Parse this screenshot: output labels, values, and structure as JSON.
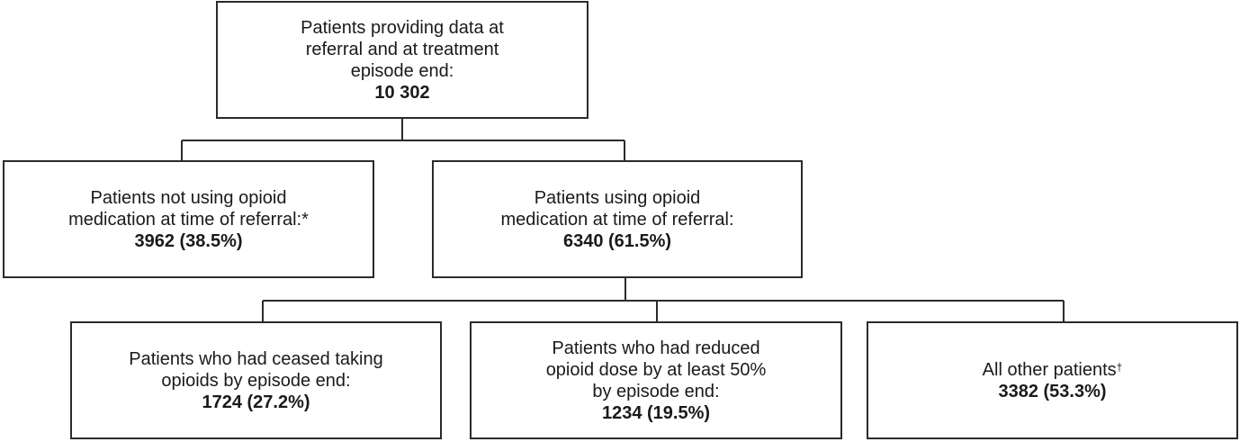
{
  "top": {
    "lines": [
      "Patients providing data at",
      "referral and at treatment",
      "episode end:"
    ],
    "count": "10 302"
  },
  "not_using": {
    "lines": [
      "Patients not using opioid",
      "medication at time of referral:*"
    ],
    "count": "3962 (38.5%)"
  },
  "using": {
    "lines": [
      "Patients using opioid",
      "medication at time of referral:"
    ],
    "count": "6340 (61.5%)"
  },
  "ceased": {
    "lines": [
      "Patients who had ceased taking",
      "opioids by episode end:"
    ],
    "count": "1724 (27.2%)"
  },
  "reduced": {
    "lines": [
      "Patients who had reduced",
      "opioid dose by at least 50%",
      "by episode end:"
    ],
    "count": "1234 (19.5%)"
  },
  "other": {
    "label": "All other patients",
    "footnote_mark": "†",
    "count": "3382 (53.3%)"
  }
}
